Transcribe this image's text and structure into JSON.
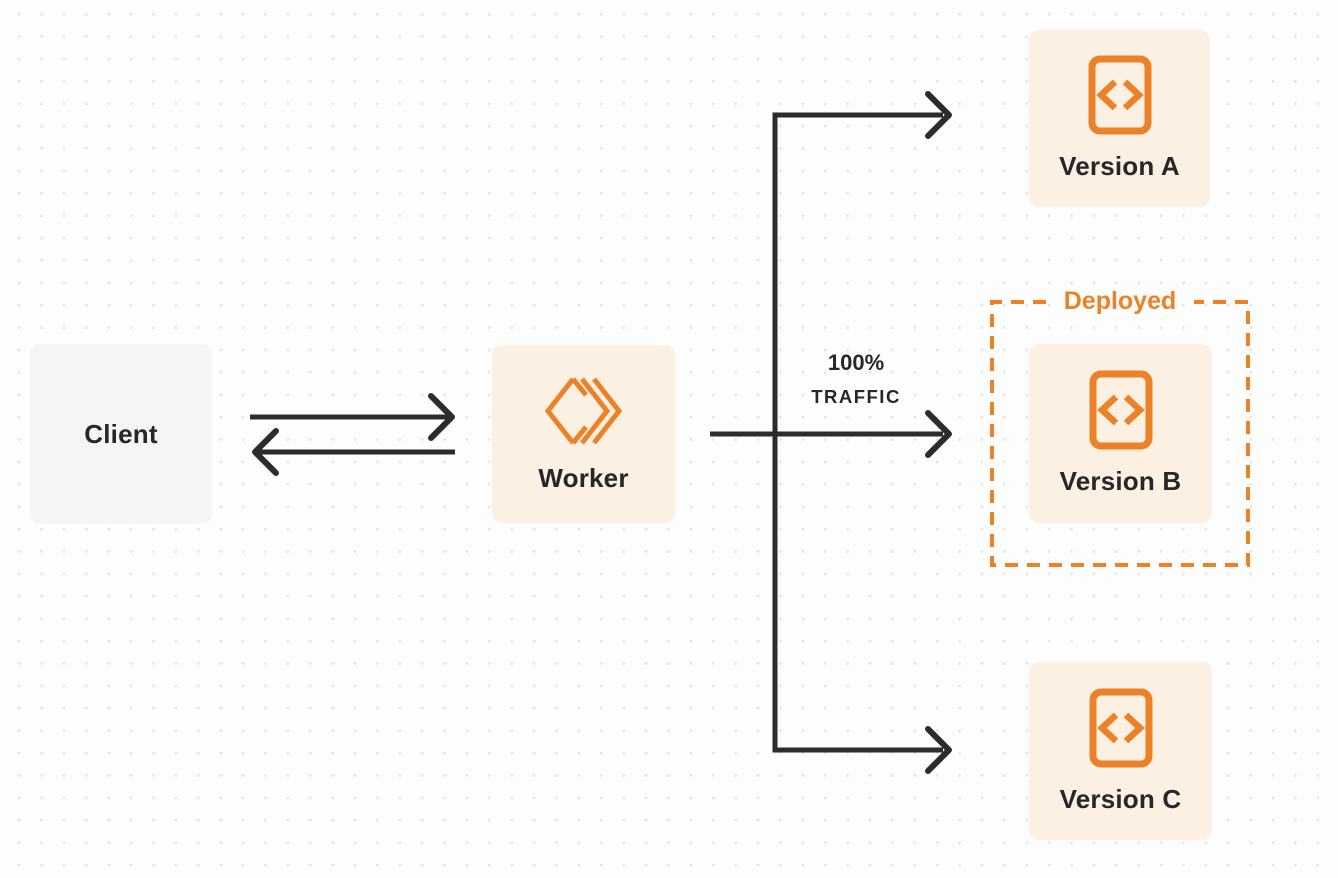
{
  "colors": {
    "orange": "#ED8128",
    "cream": "#FBF0E1",
    "client_bg": "#F5F5F6",
    "line": "#2B2B30",
    "text": "#26262B",
    "dot": "#E3E3E6",
    "page_bg": "#FDFDFD"
  },
  "nodes": {
    "client": {
      "label": "Client"
    },
    "worker": {
      "label": "Worker",
      "icon": "workers-logo-icon"
    },
    "version_a": {
      "label": "Version A",
      "icon": "code-file-icon"
    },
    "version_b": {
      "label": "Version B",
      "icon": "code-file-icon"
    },
    "version_c": {
      "label": "Version C",
      "icon": "code-file-icon"
    }
  },
  "annotations": {
    "deployed": {
      "label": "Deployed"
    },
    "traffic": {
      "line1": "100%",
      "line2": "TRAFFIC"
    }
  },
  "edges": [
    {
      "from": "client",
      "to": "worker",
      "style": "arrow-right"
    },
    {
      "from": "worker",
      "to": "client",
      "style": "arrow-left"
    },
    {
      "from": "worker",
      "to": "version_a",
      "style": "elbow-arrow"
    },
    {
      "from": "worker",
      "to": "version_b",
      "style": "straight-arrow",
      "label": "100% TRAFFIC"
    },
    {
      "from": "worker",
      "to": "version_c",
      "style": "elbow-arrow"
    }
  ]
}
